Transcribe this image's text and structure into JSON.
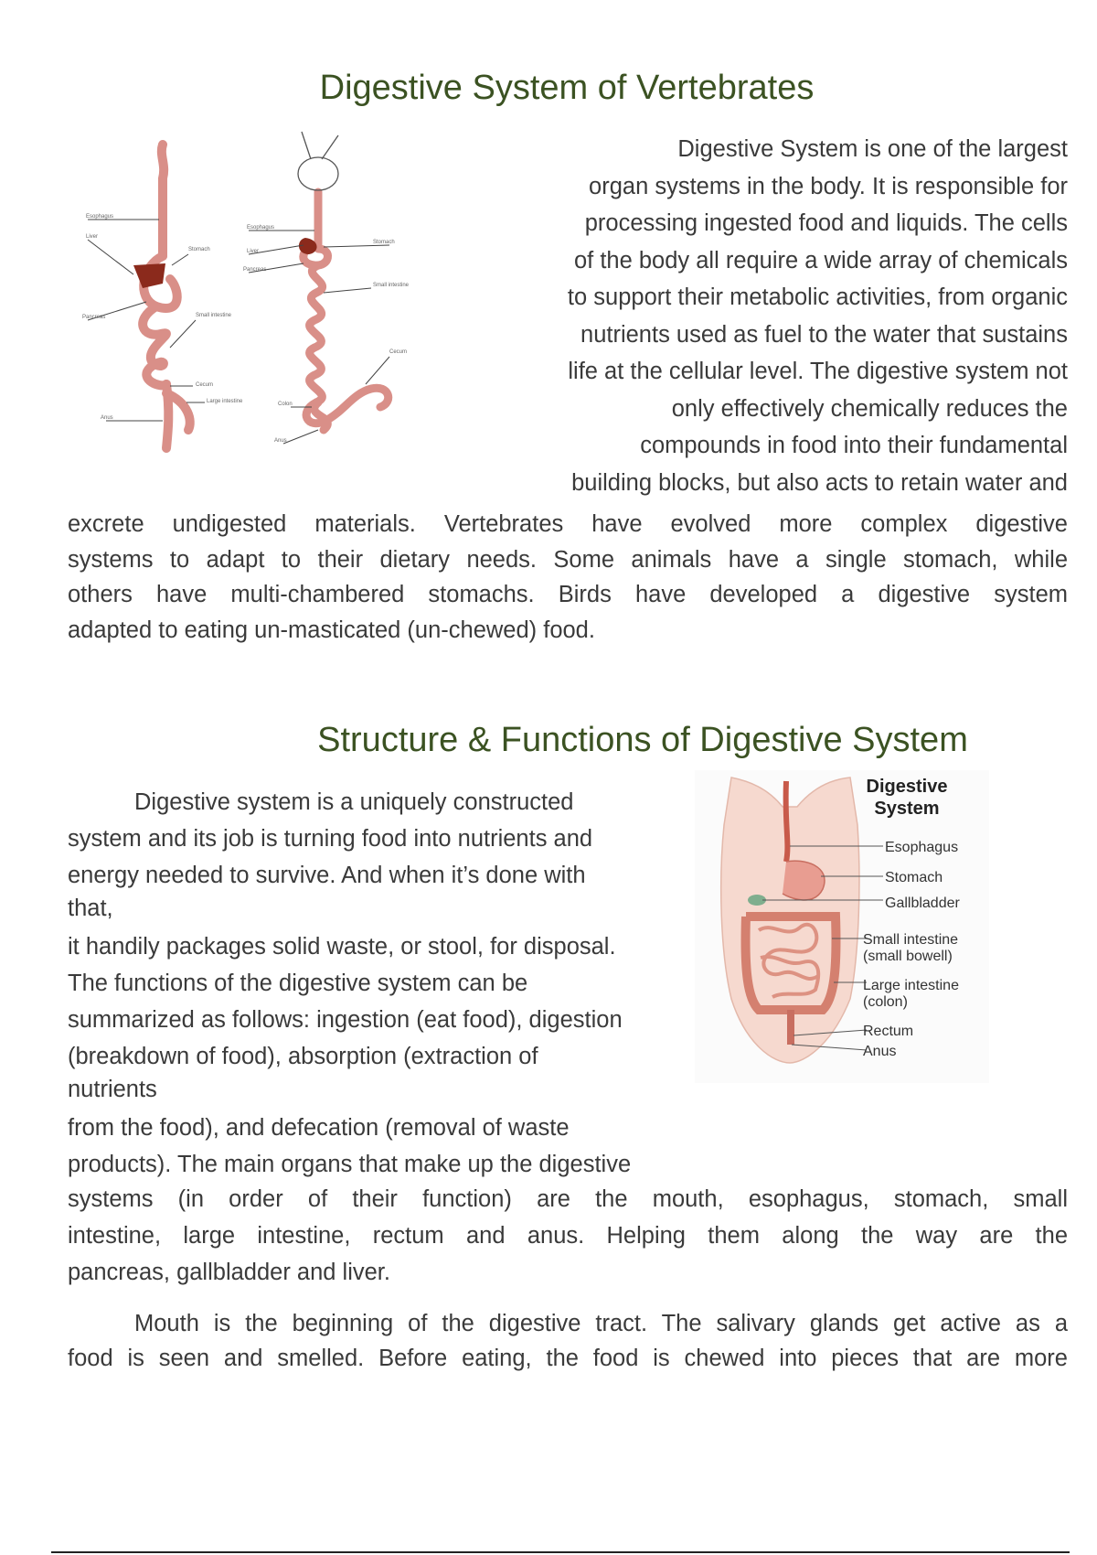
{
  "section1": {
    "title": "Digestive System of Vertebrates",
    "right_lines": [
      "Digestive System is one of the largest",
      "organ systems in the body. It is responsible for",
      "processing ingested food and liquids. The cells",
      "of the body all require a wide array of chemicals",
      "to support their metabolic activities, from organic",
      "nutrients used as fuel to the water that sustains",
      "life at the cellular level. The digestive system not",
      "only effectively chemically reduces the",
      "compounds in food into their fundamental",
      "building blocks, but also acts to retain water and"
    ],
    "full_lines": [
      "excrete undigested materials. Vertebrates have evolved more complex digestive",
      "systems to adapt to their dietary needs. Some animals have a single stomach, while",
      "others have multi-chambered stomachs. Birds have developed a digestive system"
    ],
    "last_line": "adapted to eating un-masticated (un-chewed) food."
  },
  "section2": {
    "title": "Structure & Functions of Digestive System",
    "left_lines": [
      "Digestive system is a uniquely constructed",
      "system and its job is turning food into nutrients and",
      "energy needed to survive. And when it’s done with",
      "that,",
      "it handily packages solid waste, or stool, for disposal.",
      "The functions of the digestive system can be",
      "summarized as follows: ingestion (eat food), digestion",
      "(breakdown of food), absorption (extraction of",
      "nutrients",
      "from the food), and defecation (removal of waste",
      "products). The main organs that make up the digestive"
    ],
    "full_lines": [
      "systems (in order of their function) are the mouth, esophagus, stomach, small",
      "intestine, large intestine, rectum and anus. Helping them along the way are the"
    ],
    "last_line": "pancreas, gallbladder and liver."
  },
  "section3": {
    "full_lines": [
      "Mouth is the beginning of the digestive tract. The salivary glands get active as a",
      "food is seen and smelled. Before eating, the food is chewed into pieces that are more"
    ]
  },
  "anatomy_figure": {
    "title_line1": "Digestive",
    "title_line2": "System",
    "labels": {
      "esophagus": "Esophagus",
      "stomach": "Stomach",
      "gallbladder": "Gallbladder",
      "small_intestine_1": "Small intestine",
      "small_intestine_2": "(small bowell)",
      "large_intestine_1": "Large intestine",
      "large_intestine_2": "(colon)",
      "rectum": "Rectum",
      "anus": "Anus"
    }
  },
  "colors": {
    "title": "#3b5222",
    "text": "#3a3a3a",
    "tract": "#e8a39d",
    "liver": "#8b2a1c"
  }
}
